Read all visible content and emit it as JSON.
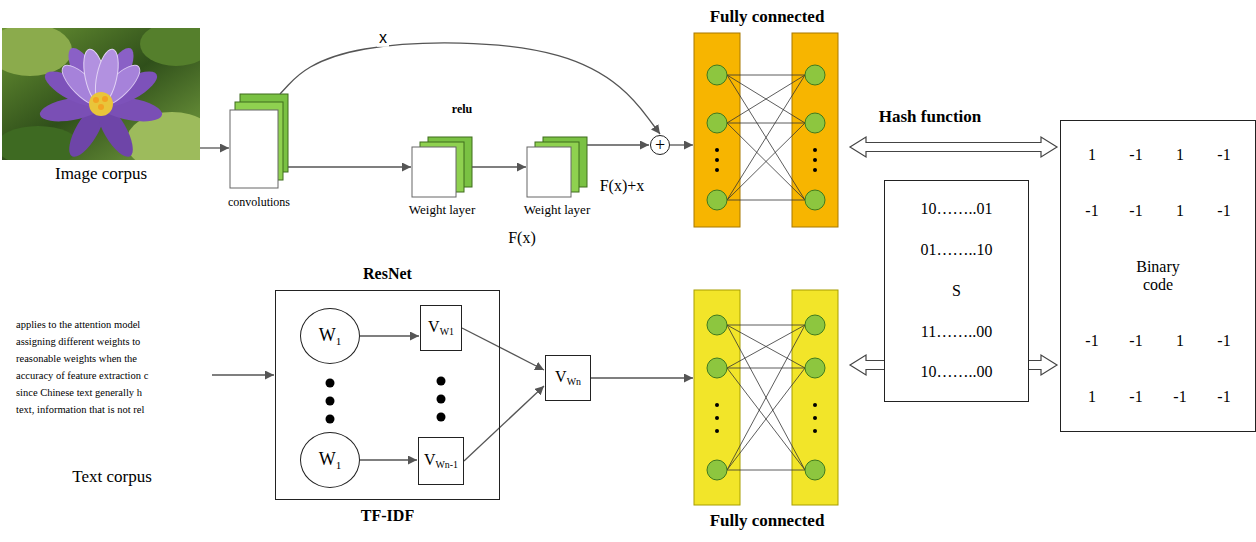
{
  "diagram": {
    "nodes": [
      {
        "text": [
          "Image corpus"
        ]
      },
      {
        "text": [
          "convolutions"
        ]
      },
      {
        "text": [
          "Weight layer"
        ]
      },
      {
        "text": [
          "Weight layer"
        ]
      },
      {
        "text": [
          "+"
        ]
      },
      {
        "text": [
          "Fully connected"
        ]
      },
      {
        "text": [
          "10……..01",
          "01……..10",
          "S",
          "11……..00",
          "10……..00"
        ]
      },
      {
        "text": [
          "1 -1 1 -1",
          "-1 -1 1 -1",
          "Binary code",
          "-1 -1 1 -1",
          "1 -1 -1 -1"
        ]
      },
      {
        "text": [
          "applies to the attention model",
          "assigning different weights to",
          "reasonable weights when the",
          "accuracy of feature extraction c",
          "since Chinese text generally h",
          "text, information that is not rel",
          "Text corpus"
        ]
      },
      {
        "text": [
          "ResNet",
          "TF-IDF"
        ]
      },
      {
        "text": [
          "W1"
        ],
        "in": 9
      },
      {
        "text": [
          "VW1"
        ],
        "in": 9
      },
      {
        "text": [
          "W1"
        ],
        "in": 9
      },
      {
        "text": [
          "VWn-1"
        ],
        "in": 9
      },
      {
        "text": [
          "VWn"
        ]
      },
      {
        "text": [
          "Fully connected"
        ]
      }
    ],
    "edges": [
      {
        "from": 0,
        "to": 1,
        "arrow": "to"
      },
      {
        "from": 1,
        "to": 2,
        "arrow": "to"
      },
      {
        "from": 2,
        "to": 3,
        "arrow": "to"
      },
      {
        "from": 3,
        "to": 4,
        "arrow": "to"
      },
      {
        "from": 1,
        "to": 4,
        "label": "x",
        "arrow": "to"
      },
      {
        "from": 4,
        "to": 5,
        "arrow": "to"
      },
      {
        "from": 5,
        "to": 7,
        "label": "Hash function",
        "arrow": "both"
      },
      {
        "from": 8,
        "to": 9,
        "arrow": "to"
      },
      {
        "from": 10,
        "to": 11,
        "arrow": "to"
      },
      {
        "from": 12,
        "to": 13,
        "arrow": "to"
      },
      {
        "from": 11,
        "to": 14,
        "arrow": "to"
      },
      {
        "from": 13,
        "to": 14,
        "arrow": "to"
      },
      {
        "from": 14,
        "to": 15,
        "arrow": "to"
      },
      {
        "from": 15,
        "to": 7,
        "arrow": "both"
      }
    ],
    "labels": [
      "relu",
      "F(x)",
      "F(x)+x"
    ]
  }
}
